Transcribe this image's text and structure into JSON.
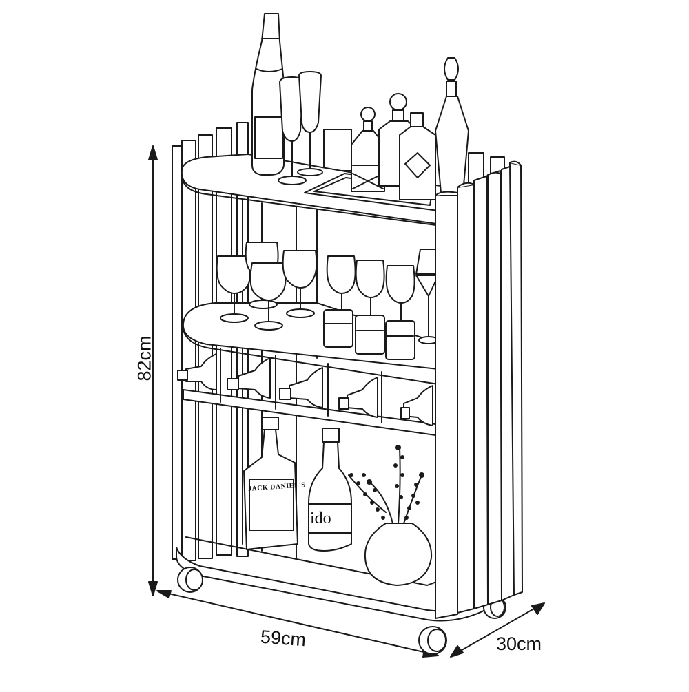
{
  "dimensions": {
    "height": "82cm",
    "width": "59cm",
    "depth": "30cm"
  },
  "bottle_labels": {
    "whiskey": "JACK DANIEL'S",
    "liqueur": "ido"
  },
  "colors": {
    "stroke": "#1a1a1a",
    "background": "#ffffff"
  }
}
